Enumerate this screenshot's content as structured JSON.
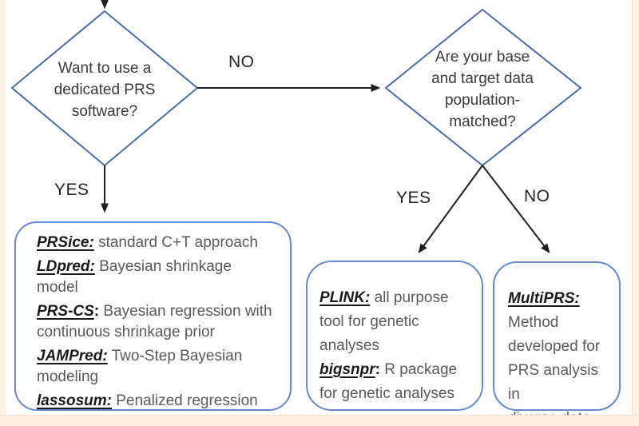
{
  "decisions": {
    "dedicated": {
      "question": "Want to use a\ndedicated PRS\nsoftware?"
    },
    "matched": {
      "question": "Are your base\nand target data\npopulation-\nmatched?"
    }
  },
  "edge_labels": {
    "dedicated_no": "NO",
    "dedicated_yes": "YES",
    "matched_yes": "YES",
    "matched_no": "NO"
  },
  "boxes": {
    "dedicated_tools": {
      "items": [
        {
          "name": "PRSice:",
          "sep": "",
          "desc": " standard C+T approach"
        },
        {
          "name": "LDpred:",
          "sep": "",
          "desc": " Bayesian shrinkage\nmodel"
        },
        {
          "name": "PRS-CS",
          "sep": ":",
          "desc": " Bayesian regression with\ncontinuous shrinkage prior"
        },
        {
          "name": "JAMPred:",
          "sep": "",
          "desc": " Two-Step Bayesian\nmodeling"
        },
        {
          "name": "lassosum:",
          "sep": "",
          "desc": " Penalized regression"
        }
      ]
    },
    "matched_tools": {
      "items": [
        {
          "name": "PLINK:",
          "sep": "",
          "desc": " all purpose\ntool for genetic\nanalyses"
        },
        {
          "name": "bigsnpr",
          "sep": ":",
          "desc": " R package\nfor genetic analyses"
        }
      ]
    },
    "diverse_tools": {
      "items": [
        {
          "name": "MultiPRS:",
          "sep": "",
          "desc": "\nMethod\ndeveloped for\nPRS analysis in\ndiverse data"
        }
      ]
    }
  },
  "colors": {
    "diamond_stroke": "#4a6ca8",
    "box_stroke": "#6688d6",
    "arrow": "#1f1f1f",
    "desc_text": "#5a5a5a",
    "page_edge": "#fcf0e1"
  }
}
